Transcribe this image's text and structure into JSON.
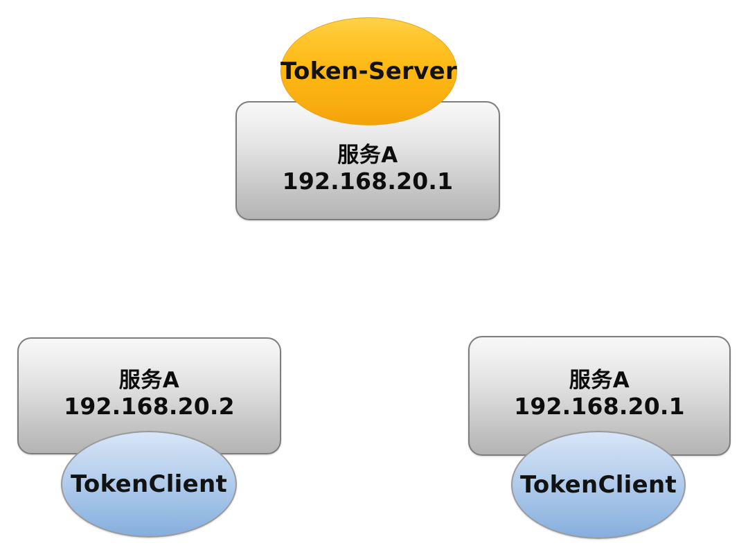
{
  "diagram": {
    "title": "Token-Server / TokenClient deployment",
    "background_color": "#ffffff",
    "colors": {
      "server_fill": "#fdb813",
      "client_fill": "#a6c4e8",
      "box_fill_top": "#f7f7f7",
      "box_fill_bottom": "#b4b4b4",
      "box_border": "#7d7d7d",
      "text": "#0d0d0d"
    }
  },
  "nodes": {
    "token_server": {
      "shape": "ellipse",
      "label": "Token-Server",
      "role": "server"
    },
    "server_host": {
      "shape": "rounded-rectangle",
      "service": "服务A",
      "ip": "192.168.20.1"
    },
    "client_left": {
      "host": {
        "shape": "rounded-rectangle",
        "service": "服务A",
        "ip": "192.168.20.2"
      },
      "client": {
        "shape": "ellipse",
        "label": "TokenClient",
        "role": "client"
      }
    },
    "client_right": {
      "host": {
        "shape": "rounded-rectangle",
        "service": "服务A",
        "ip": "192.168.20.1"
      },
      "client": {
        "shape": "ellipse",
        "label": "TokenClient",
        "role": "client"
      }
    }
  }
}
